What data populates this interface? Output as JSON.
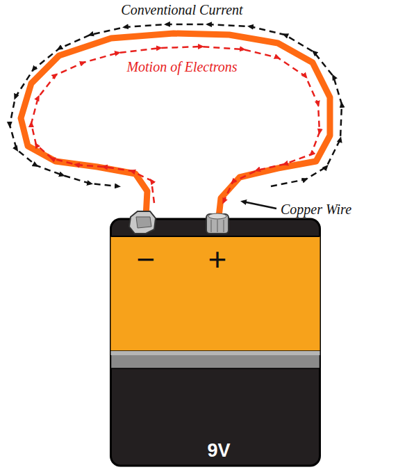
{
  "diagram": {
    "nodes": [
      {
        "text": [
          "−",
          "+",
          "9V"
        ]
      }
    ],
    "labels": [
      "Conventional Current",
      "Motion of Electrons",
      "Copper Wire"
    ]
  }
}
